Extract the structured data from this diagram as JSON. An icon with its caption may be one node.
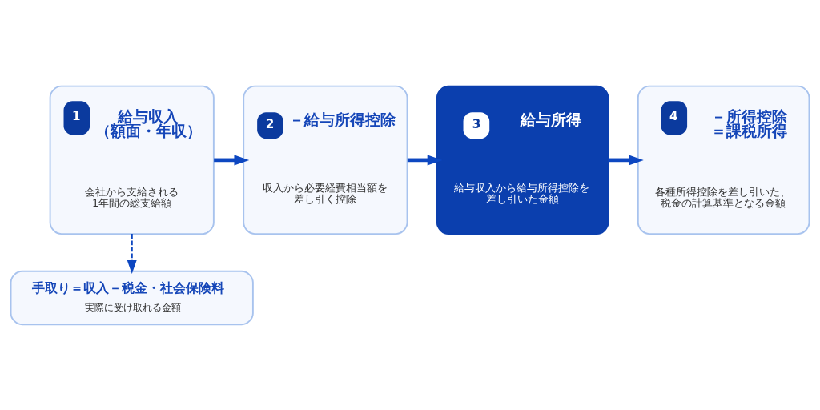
{
  "diagram": {
    "nodes": [
      {
        "text": [
          "1",
          "給与収入（額面・年収）",
          "会社から支給される1年間の総支給額"
        ]
      },
      {
        "text": [
          "2",
          "－給与所得控除",
          "収入から必要経費相当額を差し引く控除"
        ]
      },
      {
        "text": [
          "3",
          "給与所得",
          "給与収入から給与所得控除を差し引いた金額"
        ]
      },
      {
        "text": [
          "4",
          "－所得控除＝課税所得",
          "各種所得控除を差し引いた、税金の計算基準となる金額"
        ]
      },
      {
        "text": [
          "手取り＝収入－税金・社会保険料",
          "実際に受け取れる金額"
        ]
      }
    ],
    "edges": [
      {
        "from": 0,
        "to": 1,
        "arrow": "to"
      },
      {
        "from": 1,
        "to": 2,
        "arrow": "to"
      },
      {
        "from": 2,
        "to": 3,
        "arrow": "to"
      },
      {
        "from": 0,
        "to": 4,
        "arrow": "to",
        "style": "dashed"
      }
    ]
  }
}
